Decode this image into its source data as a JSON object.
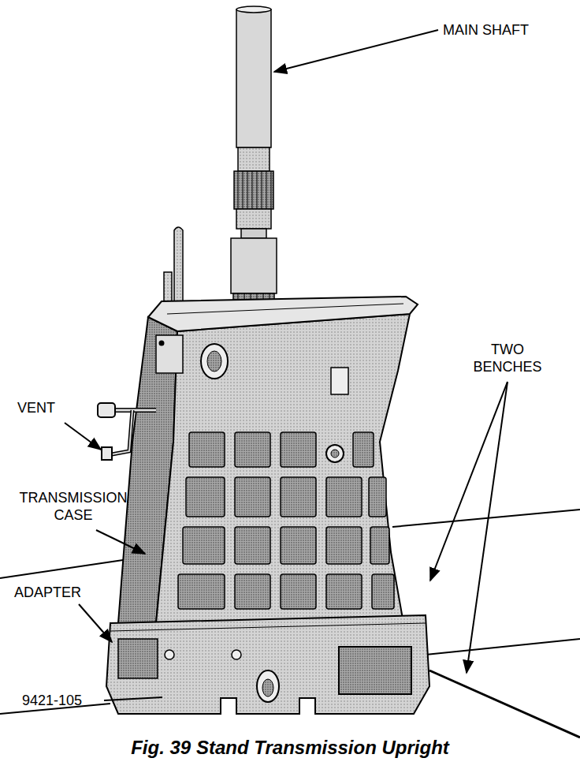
{
  "diagram": {
    "caption": "Fig. 39 Stand Transmission Upright",
    "labels": [
      "MAIN SHAFT",
      "TWO BENCHES",
      "VENT",
      "TRANSMISSION CASE",
      "ADAPTER",
      "9421-105"
    ]
  }
}
